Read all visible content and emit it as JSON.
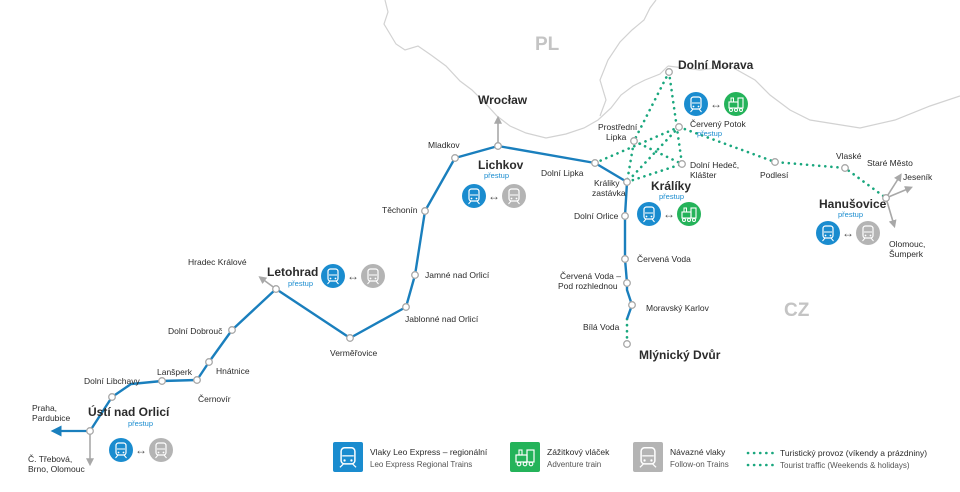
{
  "colors": {
    "line_blue": "#1a7fbd",
    "leo_blue": "#1a8ccf",
    "adventure_green": "#24b35a",
    "follow_gray": "#b4b4b4",
    "tourist_green": "#1aa77e",
    "border_gray": "#d2d2d2",
    "country_label": "#c4c4c4",
    "transfer_label": "#1a8ccf"
  },
  "countries": {
    "pl": "PL",
    "cz": "CZ"
  },
  "transfer_label": "přestup",
  "arrow_symbol": "↔",
  "stations": {
    "usti": "Ústí nad Orlicí",
    "libchavy": "Dolní Libchavy",
    "lansperk": "Lanšperk",
    "cernovir": "Černovír",
    "hnatnice": "Hnátnice",
    "dobrouc": "Dolní Dobrouč",
    "letohrad": "Letohrad",
    "hradec": "Hradec Králové",
    "vermerovice": "Verměřovice",
    "jablonne": "Jablonné nad Orlicí",
    "jamne": "Jamné nad Orlicí",
    "techonin": "Těchonín",
    "mladkov": "Mladkov",
    "lichkov": "Lichkov",
    "wroclaw": "Wrocław",
    "dolni_lipka": "Dolní Lipka",
    "prostredni_lipka": [
      "Prostřední",
      "Lipka"
    ],
    "kraliky_zastavka": [
      "Králiky",
      "zastávka"
    ],
    "kraliky": "Králíky",
    "dolni_orlice": "Dolní Orlice",
    "cervena_voda": "Červená Voda",
    "cervena_voda_pod": [
      "Červená Voda –",
      "Pod rozhlednou"
    ],
    "moravsky_karlov": "Moravský Karlov",
    "bila_voda": "Bílá Voda",
    "mlynicky_dvur": "Mlýnický Dvůr",
    "dolni_morava": "Dolní Morava",
    "cerveny_potok": "Červený Potok",
    "dolni_hedec": [
      "Dolní Hedeč,",
      "Klášter"
    ],
    "podlesi": "Podlesí",
    "vlaske": "Vlaské",
    "stare_mesto": "Staré Město",
    "jesenik": "Jeseník",
    "hanusovice": "Hanušovice",
    "olomouc_sumperk": [
      "Olomouc,",
      "Šumperk"
    ],
    "praha": [
      "Praha,",
      "Pardubice"
    ],
    "trebova": [
      "Č. Třebová,",
      "Brno, Olomouc"
    ]
  },
  "legend": [
    {
      "icon": "train-icon",
      "color": "#1a8ccf",
      "title": "Vlaky Leo Express – regionální",
      "subtitle": "Leo Express Regional Trains"
    },
    {
      "icon": "steam-train-icon",
      "color": "#24b35a",
      "title": "Zážitkový vláček",
      "subtitle": "Adventure train"
    },
    {
      "icon": "train-icon",
      "color": "#b4b4b4",
      "title": "Návazné vlaky",
      "subtitle": "Follow-on Trains"
    },
    {
      "icon": "dotted-line",
      "color": "#1aa77e",
      "title": "Turistický provoz (víkendy a prázdniny)",
      "subtitle": "Tourist traffic (Weekends & holidays)"
    }
  ]
}
